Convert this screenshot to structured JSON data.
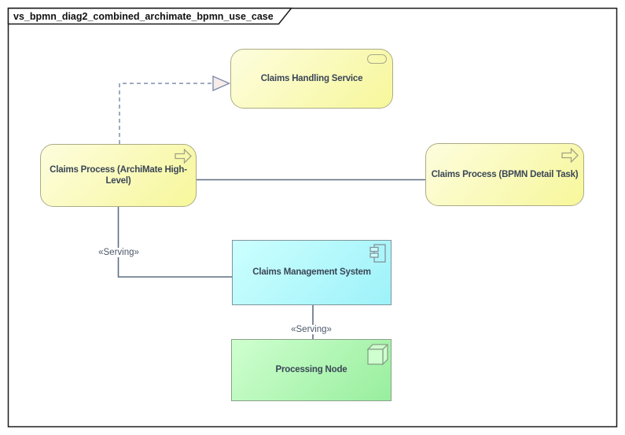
{
  "diagram": {
    "title": "vs_bpmn_diag2_combined_archimate_bpmn_use_case"
  },
  "nodes": {
    "handling_service": {
      "label": "Claims Handling Service",
      "type": "application-service",
      "icon": "service-pill-icon",
      "fill": "yellow"
    },
    "process_high": {
      "label": "Claims Process (ArchiMate High-Level)",
      "type": "business-process",
      "icon": "process-arrow-icon",
      "fill": "yellow"
    },
    "process_bpmn": {
      "label": "Claims Process (BPMN Detail Task)",
      "type": "business-process",
      "icon": "process-arrow-icon",
      "fill": "yellow"
    },
    "cms": {
      "label": "Claims Management System",
      "type": "application-component",
      "icon": "component-icon",
      "fill": "cyan"
    },
    "processing_node": {
      "label": "Processing Node",
      "type": "node",
      "icon": "node-cube-icon",
      "fill": "green"
    }
  },
  "edges": {
    "realization": {
      "type": "realization",
      "from": "process_high",
      "to": "handling_service",
      "style": "dashed-hollow-triangle",
      "label": ""
    },
    "association": {
      "type": "association",
      "from": "process_high",
      "to": "process_bpmn",
      "style": "solid",
      "label": ""
    },
    "serving_to_cms": {
      "type": "serving",
      "from": "process_high",
      "to": "cms",
      "style": "solid",
      "label": "«Serving»"
    },
    "serving_to_node": {
      "type": "serving",
      "from": "cms",
      "to": "processing_node",
      "style": "solid",
      "label": "«Serving»"
    }
  },
  "colors": {
    "yellow-top": "#FDFDDE",
    "yellow-bottom": "#F7F79B",
    "yellow-border": "#ABAB85",
    "cyan-top": "#CCFFFE",
    "cyan-bottom": "#9EF2FA",
    "cyan-border": "#7E949B",
    "green-top": "#CFFFCF",
    "green-bottom": "#98EE9E",
    "green-border": "#89A189",
    "connector": "#5E6E82",
    "realization": "#7E8DAE",
    "triangle-fill": "#F7ECE8",
    "label-text": "#3A4656",
    "edge-label-text": "#4A5768",
    "frame": "#1A1A1A"
  }
}
